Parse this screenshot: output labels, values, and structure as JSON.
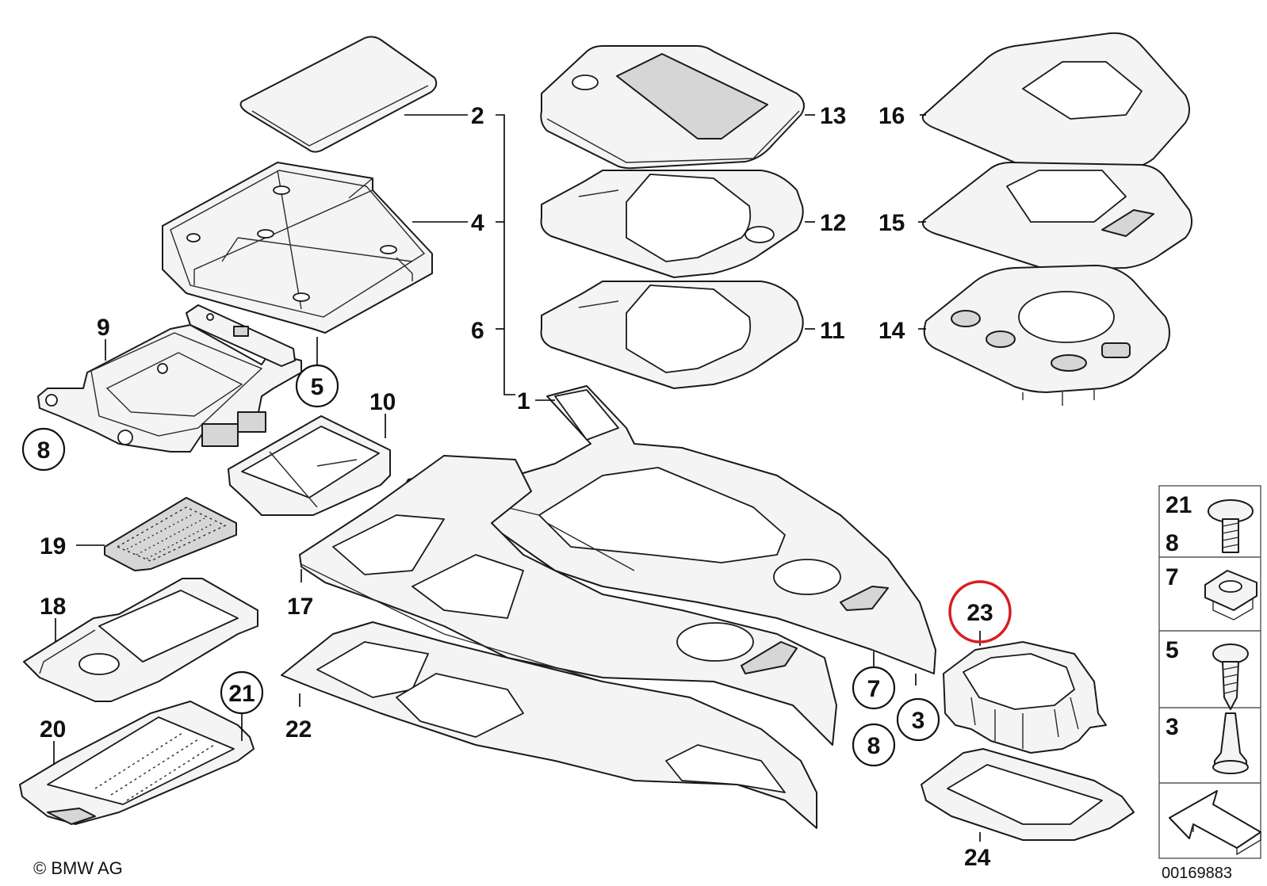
{
  "labels": {
    "l1": "1",
    "l2": "2",
    "l3": "3",
    "l4": "4",
    "l5": "5",
    "l6": "6",
    "l7": "7",
    "l8": "8",
    "l9": "9",
    "l10": "10",
    "l11": "11",
    "l12": "12",
    "l13": "13",
    "l14": "14",
    "l15": "15",
    "l16": "16",
    "l17": "17",
    "l18": "18",
    "l19": "19",
    "l20": "20",
    "l21": "21",
    "l22": "22",
    "l23": "23",
    "l24": "24"
  },
  "legend": {
    "a": "21",
    "b": "8",
    "c": "7",
    "d": "5",
    "e": "3"
  },
  "copyright": "© BMW AG",
  "catalog_number": "00169883"
}
